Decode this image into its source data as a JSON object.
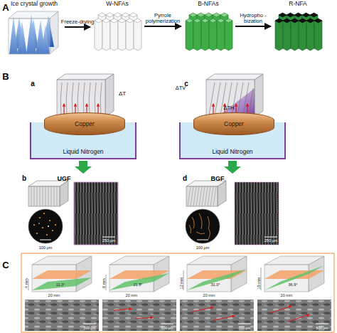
{
  "diagram": {
    "nodes": [
      {
        "text": [
          "Ice crystal growth"
        ]
      },
      {
        "text": [
          "W-NFAs"
        ]
      },
      {
        "text": [
          "B-NFAs"
        ]
      },
      {
        "text": [
          "R-NFA"
        ]
      },
      {
        "text": [
          "Liquid Nitrogen"
        ]
      },
      {
        "text": [
          "Copper"
        ],
        "in": 4
      },
      {
        "text": [
          "Liquid Nitrogen"
        ]
      },
      {
        "text": [
          "Copper"
        ],
        "in": 6
      }
    ],
    "edges": [
      {
        "from": 0,
        "to": 1,
        "label": "Freeze-drying",
        "arrow": "to"
      },
      {
        "from": 1,
        "to": 2,
        "label": "Pyrrole polymerization",
        "arrow": "to"
      },
      {
        "from": 2,
        "to": 3,
        "label": "Hydropho -bization",
        "arrow": "to"
      }
    ],
    "labels": [
      "A",
      "B",
      "a",
      "ΔT",
      "b",
      "UGF",
      "100 μm",
      "250 μm",
      "c",
      "ΔTV",
      "ΔTH",
      "d",
      "BGF",
      "100 μm",
      "250 μm",
      "C",
      "4 mm",
      "11.3°",
      "20 mm",
      "500 μm",
      "8 mm",
      "21.8°",
      "20 mm",
      "500 μm",
      "12 mm",
      "31.0°",
      "20 mm",
      "500 μm",
      "15 mm",
      "36.9°",
      "20 mm",
      "500 μm"
    ]
  }
}
